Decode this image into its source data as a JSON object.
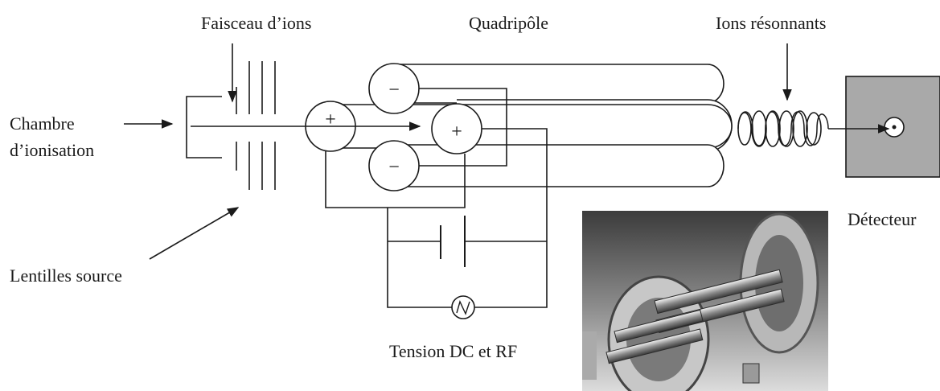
{
  "labels": {
    "ion_beam": "Faisceau d’ions",
    "quadrupole": "Quadripôle",
    "resonant_ions": "Ions résonnants",
    "chamber_line1": "Chambre",
    "chamber_line2": "d’ionisation",
    "source_lenses": "Lentilles source",
    "detector": "Détecteur",
    "voltage": "Tension DC et RF"
  },
  "rods": {
    "plus": "+",
    "minus": "−"
  },
  "colors": {
    "ink": "#1a1a1a",
    "detector_fill": "#a9a9a9",
    "photo_bg": "#d0d0d0"
  },
  "icons": {
    "rf_source": "sine-wave-in-circle",
    "dc_source": "capacitor-plates"
  }
}
